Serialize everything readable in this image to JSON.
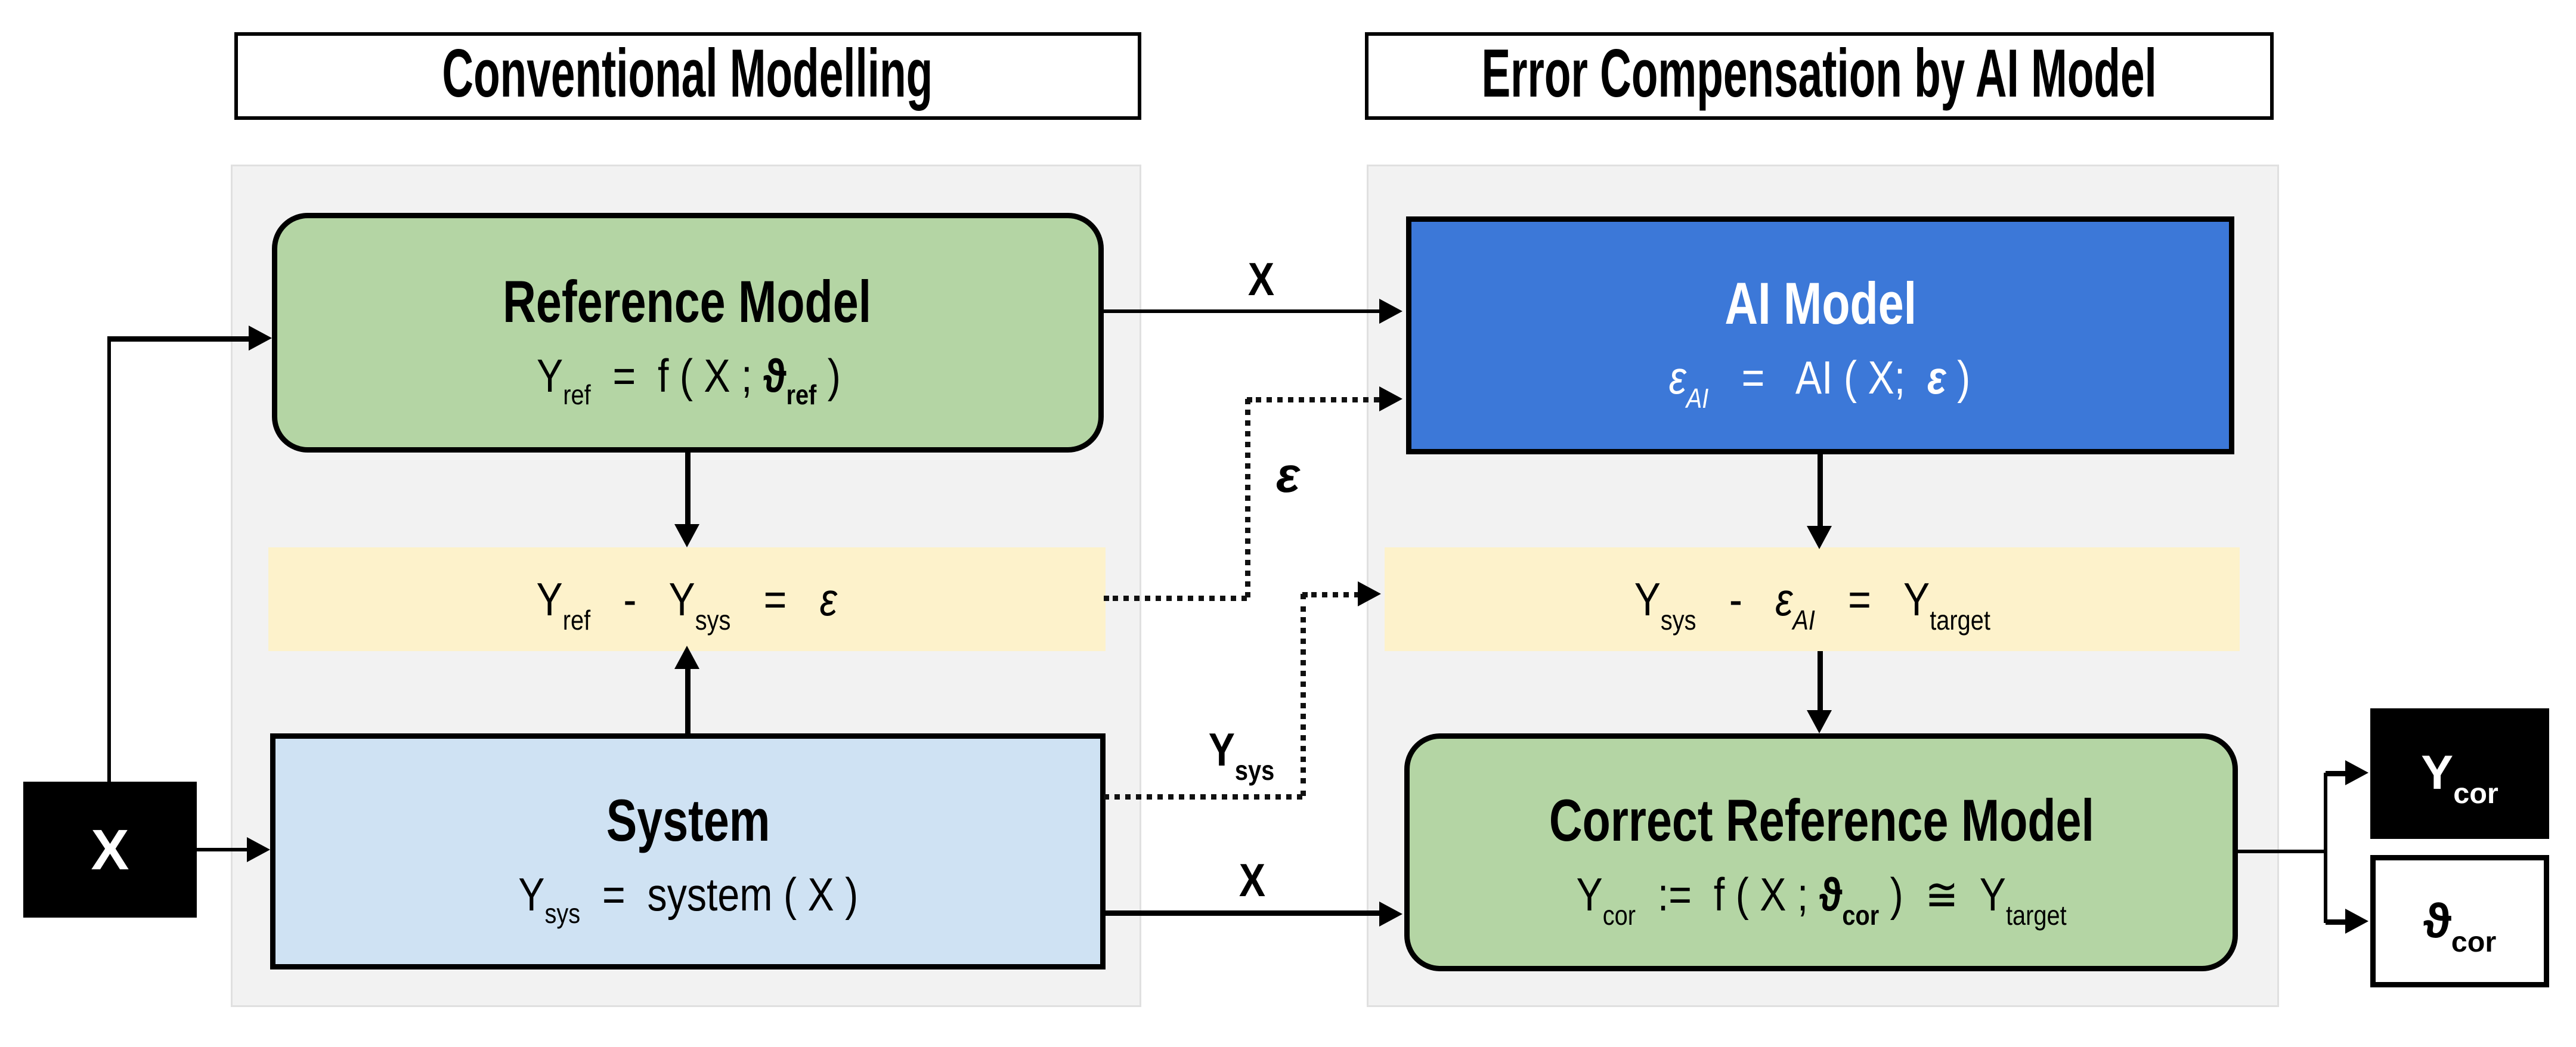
{
  "titles": {
    "left": "Conventional Modelling",
    "right": "Error Compensation by AI Model"
  },
  "colors": {
    "green": "#b4d5a4",
    "blue": "#3c78d8",
    "light-blue": "#cfe2f3",
    "yellow": "#fdf2cb",
    "panel": "#f2f2f2",
    "ink": "#000000",
    "paper": "#ffffff"
  },
  "nodes": {
    "reference_model": {
      "title": "Reference Model",
      "eq": [
        {
          "t": "Y",
          "sub": "ref"
        },
        {
          "t": "  =  f ( X ; "
        },
        {
          "t": "ϑ",
          "b": true,
          "sub": "ref"
        },
        {
          "t": " )"
        }
      ]
    },
    "error_equation_left": {
      "eq": [
        {
          "t": "Y",
          "sub": "ref"
        },
        {
          "t": "   -   "
        },
        {
          "t": "Y",
          "sub": "sys"
        },
        {
          "t": "   =   "
        },
        {
          "t": "ε",
          "i": true
        }
      ]
    },
    "system": {
      "title": "System",
      "eq": [
        {
          "t": "Y",
          "sub": "sys"
        },
        {
          "t": "  =  system ( X )"
        }
      ]
    },
    "ai_model": {
      "title": "AI Model",
      "eq": [
        {
          "t": "ε",
          "i": true,
          "sub": "AI"
        },
        {
          "t": "   =   AI ( X;  "
        },
        {
          "t": "ε",
          "b": true,
          "i": true
        },
        {
          "t": " )"
        }
      ]
    },
    "target_equation_right": {
      "eq": [
        {
          "t": "Y",
          "sub": "sys"
        },
        {
          "t": "   -   "
        },
        {
          "t": "ε",
          "i": true,
          "sub": "AI"
        },
        {
          "t": "   =   "
        },
        {
          "t": "Y",
          "sub": "target"
        }
      ]
    },
    "correct_reference_model": {
      "title": "Correct Reference Model",
      "eq": [
        {
          "t": "Y",
          "sub": "cor"
        },
        {
          "t": "  :=  f ( X ; "
        },
        {
          "t": "ϑ",
          "b": true,
          "sub": "cor"
        },
        {
          "t": " )  ≅  "
        },
        {
          "t": "Y",
          "sub": "target"
        }
      ]
    },
    "input_x": {
      "eq": [
        {
          "t": "X",
          "b": true
        }
      ]
    },
    "output_y_cor": {
      "eq": [
        {
          "t": "Y",
          "b": true,
          "sub": "cor"
        }
      ]
    },
    "output_theta_cor": {
      "eq": [
        {
          "t": "ϑ",
          "b": true,
          "sub": "cor"
        }
      ]
    }
  },
  "edge_labels": {
    "x_top": [
      {
        "t": "X",
        "b": true
      }
    ],
    "epsilon": [
      {
        "t": "ε",
        "b": true,
        "i": true
      }
    ],
    "y_sys": [
      {
        "t": "Y",
        "b": true,
        "sub": "sys"
      }
    ],
    "x_bottom": [
      {
        "t": "X",
        "b": true
      }
    ]
  }
}
